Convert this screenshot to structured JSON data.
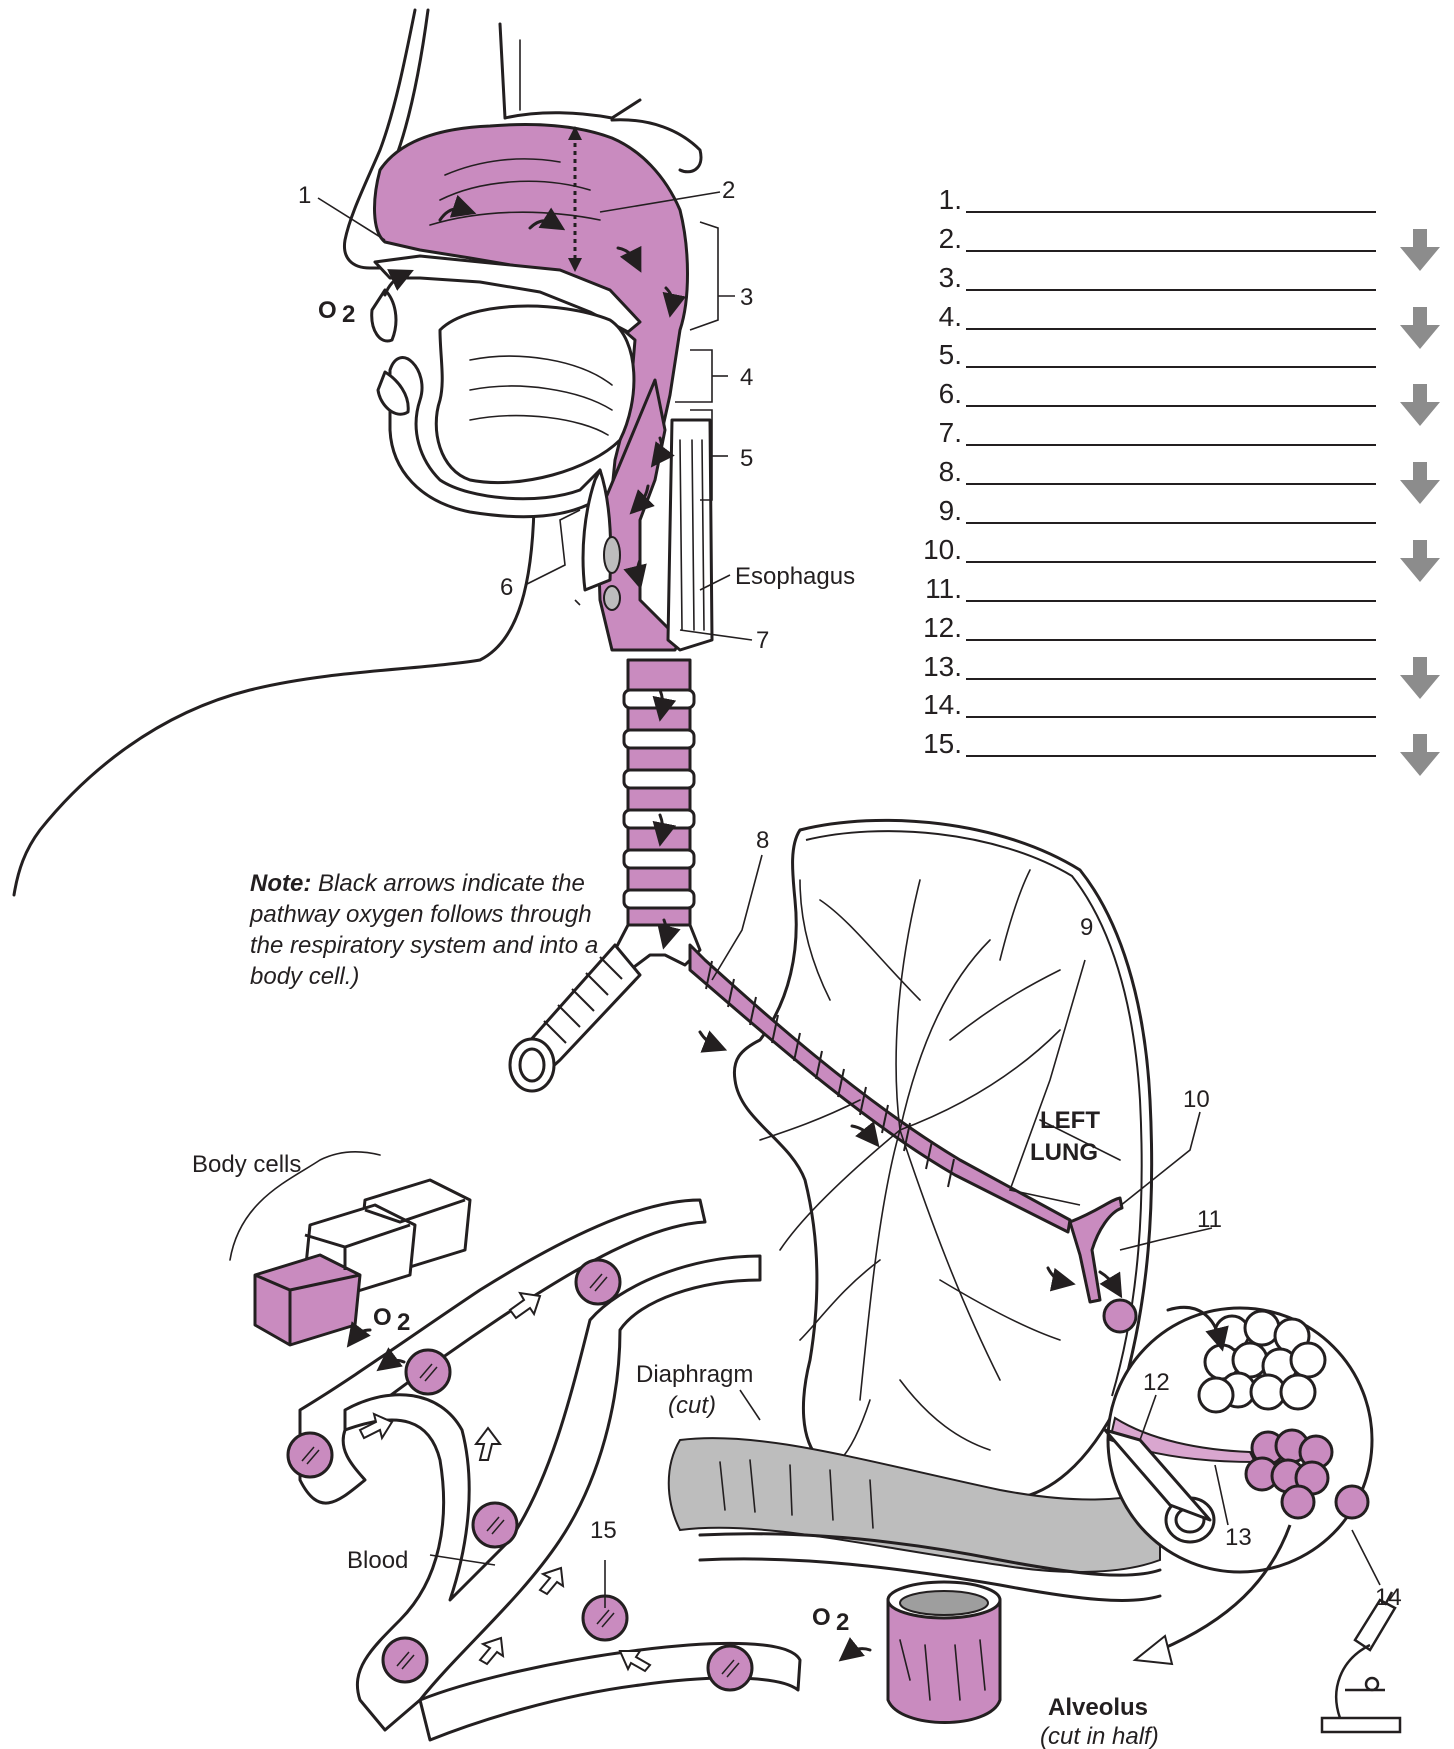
{
  "labels": {
    "n1": "1",
    "n2": "2",
    "n3": "3",
    "n4": "4",
    "n5": "5",
    "n6": "6",
    "n7": "7",
    "n8": "8",
    "n9": "9",
    "n10": "10",
    "n11": "11",
    "n12": "12",
    "n13": "13",
    "n14": "14",
    "n15": "15",
    "esophagus": "Esophagus",
    "left_lung_1": "LEFT",
    "left_lung_2": "LUNG",
    "body_cells": "Body cells",
    "diaphragm": "Diaphragm",
    "diaphragm_sub": "(cut)",
    "blood": "Blood",
    "alveolus": "Alveolus",
    "alveolus_sub": "(cut in half)",
    "o2": "O",
    "o2_sub": "2"
  },
  "note": {
    "bold": "Note:",
    "text": "Black arrows indicate the pathway oxygen follows through the respiratory system and into a body cell.)"
  },
  "answer_list": [
    {
      "num": "1.",
      "arrow": false
    },
    {
      "num": "2.",
      "arrow": true
    },
    {
      "num": "3.",
      "arrow": false
    },
    {
      "num": "4.",
      "arrow": true
    },
    {
      "num": "5.",
      "arrow": false
    },
    {
      "num": "6.",
      "arrow": true
    },
    {
      "num": "7.",
      "arrow": false
    },
    {
      "num": "8.",
      "arrow": true
    },
    {
      "num": "9.",
      "arrow": false
    },
    {
      "num": "10.",
      "arrow": true
    },
    {
      "num": "11.",
      "arrow": false
    },
    {
      "num": "12.",
      "arrow": false
    },
    {
      "num": "13.",
      "arrow": true
    },
    {
      "num": "14.",
      "arrow": false
    },
    {
      "num": "15.",
      "arrow": true
    }
  ],
  "colors": {
    "airway_pink": "#c98bbf",
    "ink": "#231f20",
    "arrow_grey": "#8c8c8c",
    "diaphragm_grey": "#bdbdbd"
  },
  "icons": [
    "microscope-icon",
    "down-arrow-icon",
    "flow-arrow-icon"
  ]
}
